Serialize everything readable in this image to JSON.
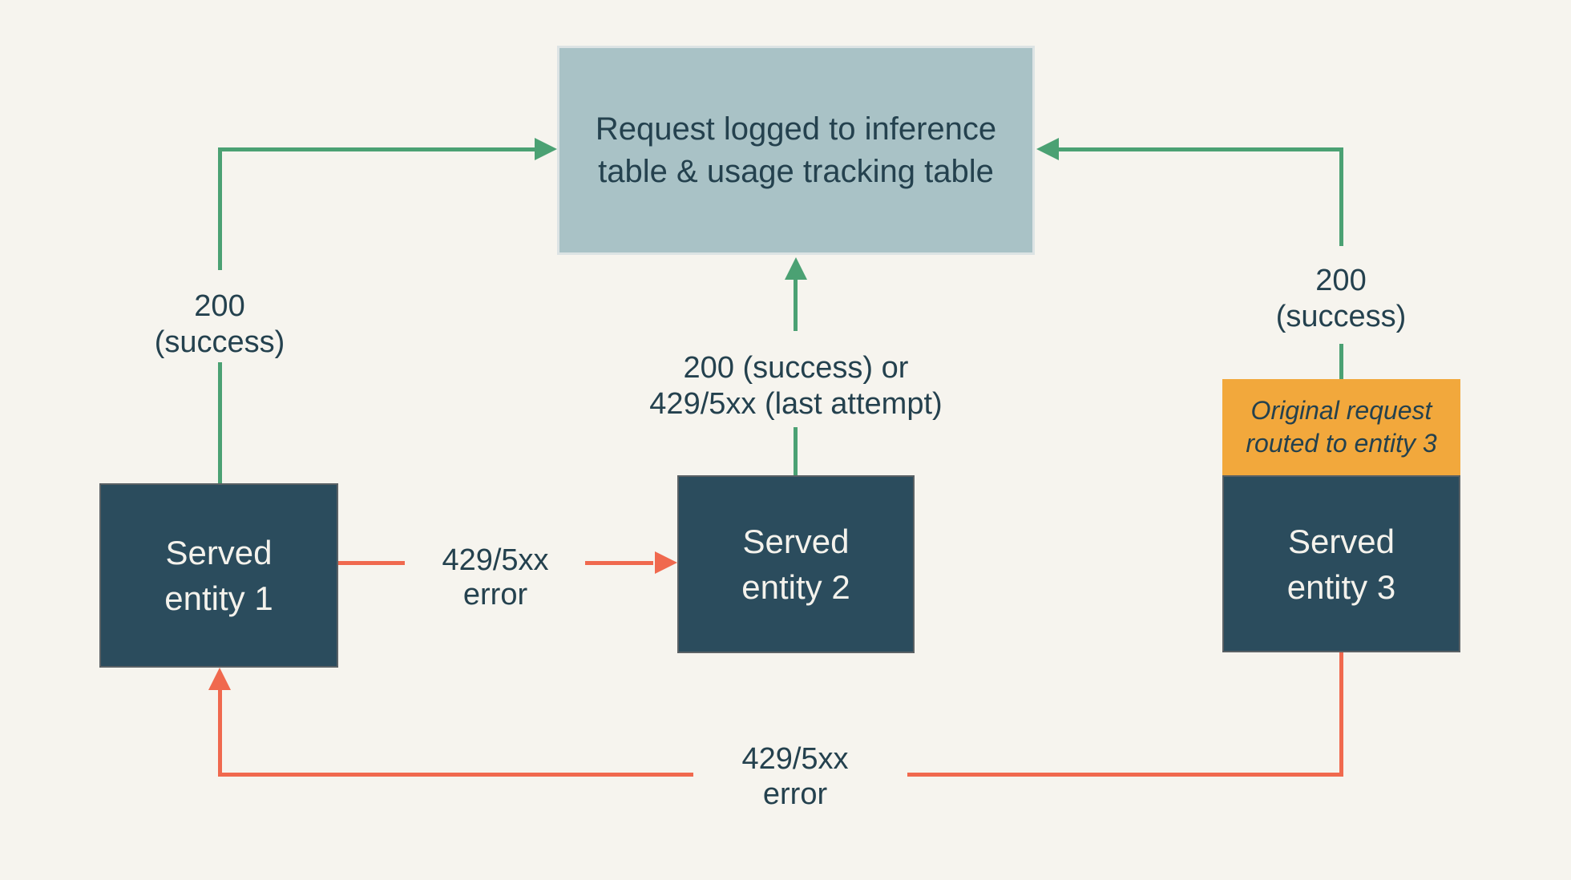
{
  "colors": {
    "bg": "#f6f4ee",
    "green": "#4ba173",
    "red": "#f0694e",
    "teal": "#2b4c5d",
    "teal_border": "#5a6165",
    "top_box": "#a9c2c6",
    "top_box_border": "#dce3e4",
    "orange": "#f2a83c",
    "dark_text": "#24414e",
    "light_text": "#f4f2ec"
  },
  "nodes": {
    "log_box": {
      "line1": "Request logged to inference",
      "line2": "table & usage tracking table"
    },
    "entity1": {
      "line1": "Served",
      "line2": "entity 1"
    },
    "entity2": {
      "line1": "Served",
      "line2": "entity 2"
    },
    "entity3": {
      "line1": "Served",
      "line2": "entity 3"
    },
    "entity3_banner": {
      "line1": "Original request",
      "line2": "routed to entity 3"
    }
  },
  "edge_labels": {
    "left_success": {
      "line1": "200",
      "line2": "(success)"
    },
    "mid_status": {
      "line1": "200 (success) or",
      "line2": "429/5xx (last attempt)"
    },
    "right_success": {
      "line1": "200",
      "line2": "(success)"
    },
    "mid_error": {
      "line1": "429/5xx",
      "line2": "error"
    },
    "bottom_error": {
      "line1": "429/5xx",
      "line2": "error"
    }
  }
}
